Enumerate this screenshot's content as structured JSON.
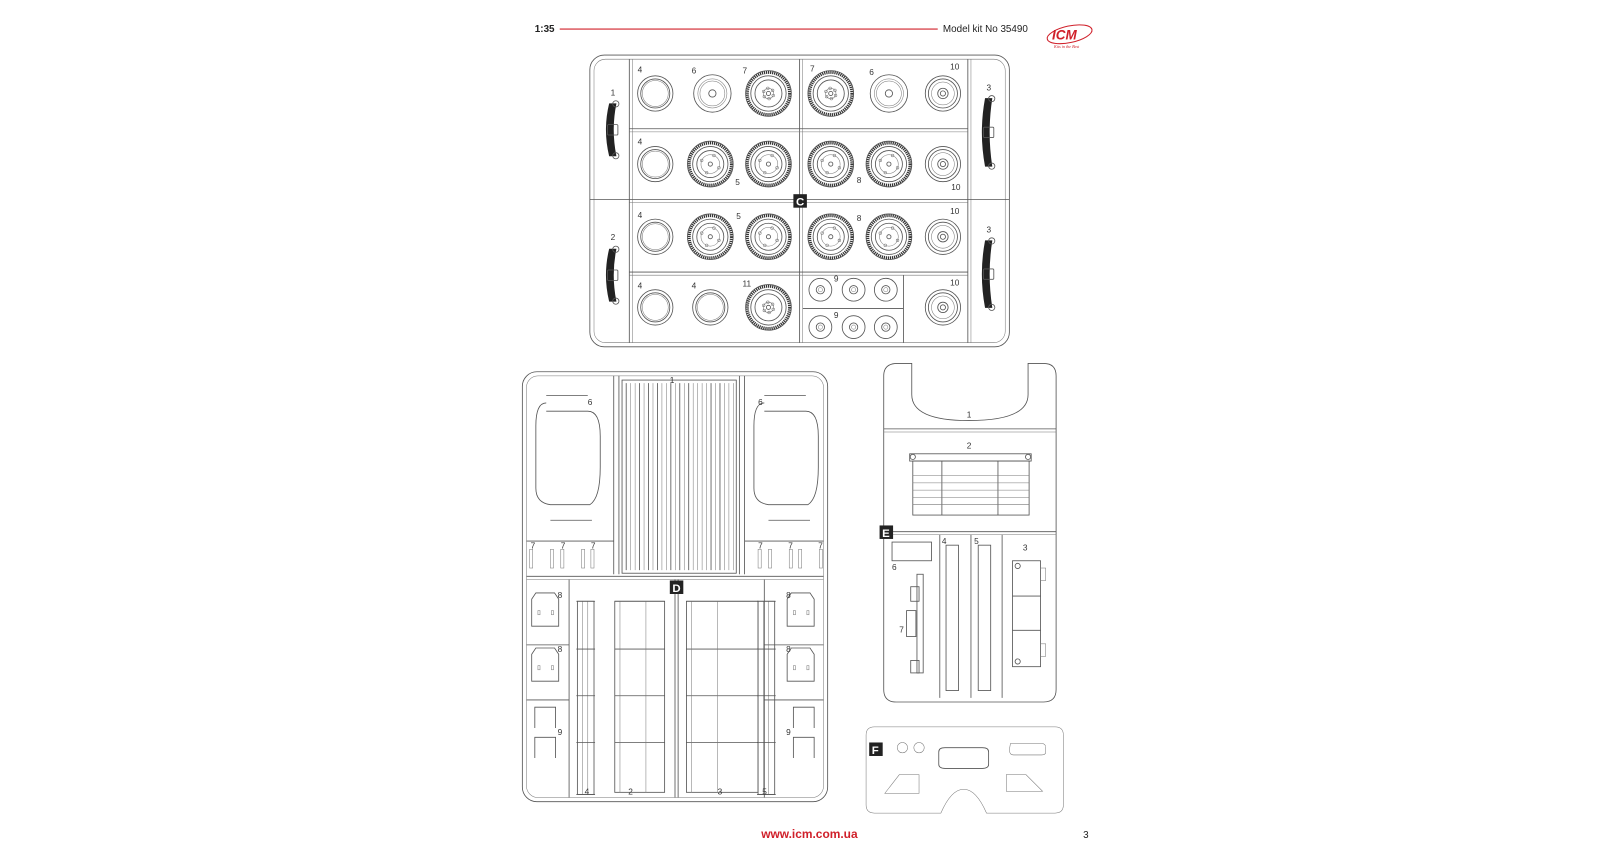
{
  "header": {
    "scale": "1:35",
    "kit": "Model kit No 35490",
    "accent_color": "#d0202a"
  },
  "logo": {
    "brand": "ICM",
    "tagline": "Kits in the Best"
  },
  "footer": {
    "url": "www.icm.com.ua",
    "page_number": "3"
  },
  "sprues": {
    "C": {
      "letter": "C",
      "labels": [
        "1",
        "2",
        "3",
        "3",
        "4",
        "6",
        "7",
        "7",
        "6",
        "10",
        "4",
        "5",
        "8",
        "10",
        "4",
        "5",
        "8",
        "10",
        "4",
        "4",
        "11",
        "9",
        "9",
        "10"
      ]
    },
    "D": {
      "letter": "D",
      "labels": [
        "1",
        "6",
        "6",
        "7",
        "7",
        "7",
        "7",
        "7",
        "7",
        "8",
        "8",
        "8",
        "8",
        "9",
        "9",
        "4",
        "2",
        "3",
        "5"
      ]
    },
    "E": {
      "letter": "E",
      "labels": [
        "1",
        "2",
        "3",
        "4",
        "5",
        "6",
        "7"
      ]
    },
    "F": {
      "letter": "F"
    }
  }
}
